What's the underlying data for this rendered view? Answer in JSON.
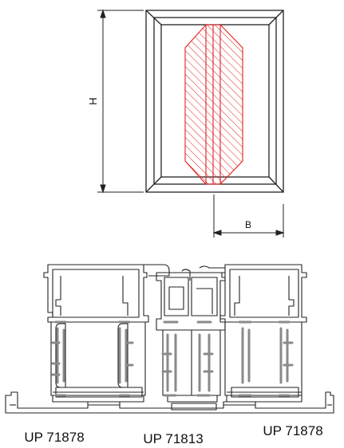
{
  "dimensions": {
    "height_label": "H",
    "width_label": "B"
  },
  "profiles": {
    "left_label": "UP 71878",
    "center_label": "UP 71813",
    "right_label": "UP 71878"
  },
  "colors": {
    "line": "#222222",
    "hatch": "#e02020",
    "gasket": "#8a8a8a"
  }
}
